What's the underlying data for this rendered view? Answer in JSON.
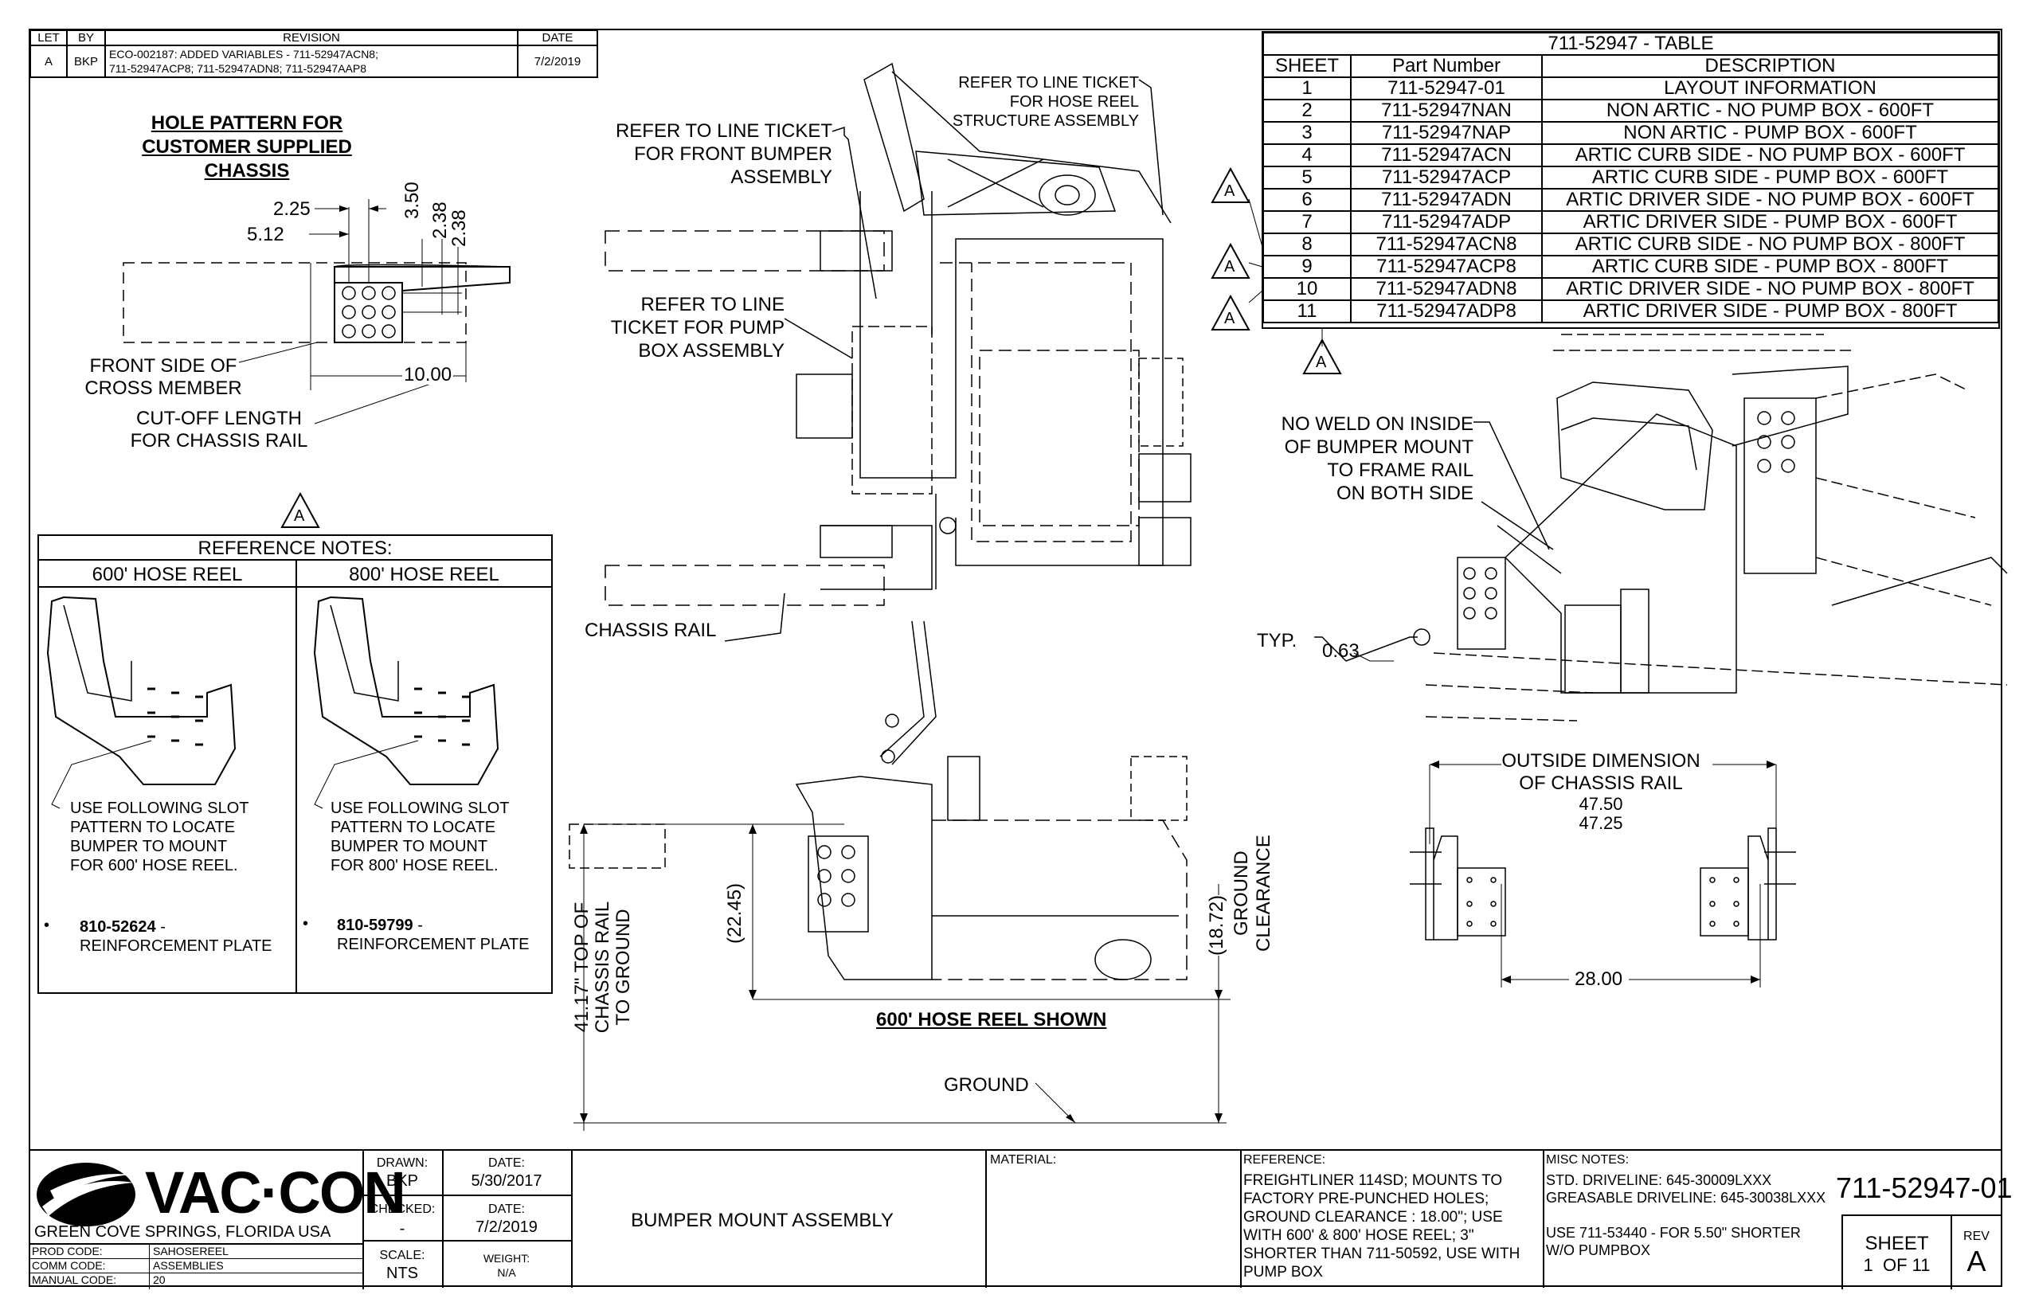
{
  "revision_block": {
    "headers": [
      "LET",
      "BY",
      "REVISION",
      "DATE"
    ],
    "row": {
      "let": "A",
      "by": "BKP",
      "revision_line1": "ECO-002187: ADDED VARIABLES - 711-52947ACN8;",
      "revision_line2": "711-52947ACP8; 711-52947ADN8; 711-52947AAP8",
      "date": "7/2/2019"
    }
  },
  "hole_pattern": {
    "title_lines": [
      "HOLE PATTERN FOR",
      "CUSTOMER SUPPLIED",
      "CHASSIS"
    ],
    "dims": {
      "d225": "2.25",
      "d512": "5.12",
      "d350": "3.50",
      "d238a": "2.38",
      "d238b": "2.38",
      "d1000": "10.00"
    },
    "front_side_lines": [
      "FRONT SIDE OF",
      "CROSS MEMBER"
    ],
    "cutoff_lines": [
      "CUT-OFF LENGTH",
      "FOR CHASSIS RAIL"
    ]
  },
  "reference_notes": {
    "delta": "A",
    "title": "REFERENCE NOTES:",
    "col600": {
      "header": "600' HOSE REEL",
      "note_lines": [
        "USE FOLLOWING SLOT",
        "PATTERN TO LOCATE",
        "BUMPER TO MOUNT",
        "FOR 600' HOSE REEL."
      ],
      "part_number": "810-52624",
      "part_suffix": " -",
      "part_desc": "REINFORCEMENT PLATE"
    },
    "col800": {
      "header": "800' HOSE REEL",
      "note_lines": [
        "USE FOLLOWING SLOT",
        "PATTERN TO LOCATE",
        "BUMPER TO MOUNT",
        "FOR 800' HOSE REEL."
      ],
      "part_number": "810-59799",
      "part_suffix": " -",
      "part_desc": "REINFORCEMENT PLATE"
    }
  },
  "center_view": {
    "callout_front_bumper": [
      "REFER TO LINE TICKET",
      "FOR FRONT BUMPER",
      "ASSEMBLY"
    ],
    "callout_hose_reel": [
      "REFER TO LINE TICKET",
      "FOR HOSE REEL",
      "STRUCTURE ASSEMBLY"
    ],
    "callout_pump_box": [
      "REFER TO LINE",
      "TICKET FOR PUMP",
      "BOX ASSEMBLY"
    ],
    "callout_chassis_rail": "CHASSIS RAIL",
    "dim_2245": "(22.45)",
    "dim_1872": "(18.72)",
    "ground_clearance_lines": [
      "GROUND",
      "CLEARANCE"
    ],
    "top_of_rail_lines": [
      "41.17\" TOP OF",
      "CHASSIS RAIL",
      "TO GROUND"
    ],
    "shown_label": "600' HOSE REEL SHOWN",
    "ground_label": "GROUND"
  },
  "part_table": {
    "title": "711-52947 - TABLE",
    "headers": [
      "SHEET",
      "Part Number",
      "DESCRIPTION"
    ],
    "rows": [
      [
        "1",
        "711-52947-01",
        "LAYOUT INFORMATION"
      ],
      [
        "2",
        "711-52947NAN",
        "NON ARTIC - NO PUMP BOX - 600FT"
      ],
      [
        "3",
        "711-52947NAP",
        "NON ARTIC - PUMP BOX - 600FT"
      ],
      [
        "4",
        "711-52947ACN",
        "ARTIC CURB SIDE - NO PUMP BOX - 600FT"
      ],
      [
        "5",
        "711-52947ACP",
        "ARTIC CURB SIDE - PUMP BOX - 600FT"
      ],
      [
        "6",
        "711-52947ADN",
        "ARTIC DRIVER SIDE - NO PUMP BOX - 600FT"
      ],
      [
        "7",
        "711-52947ADP",
        "ARTIC DRIVER SIDE - PUMP BOX - 600FT"
      ],
      [
        "8",
        "711-52947ACN8",
        "ARTIC CURB SIDE - NO PUMP BOX - 800FT"
      ],
      [
        "9",
        "711-52947ACP8",
        "ARTIC CURB SIDE - PUMP BOX - 800FT"
      ],
      [
        "10",
        "711-52947ADN8",
        "ARTIC DRIVER SIDE - NO PUMP BOX - 800FT"
      ],
      [
        "11",
        "711-52947ADP8",
        "ARTIC DRIVER SIDE - PUMP BOX - 800FT"
      ]
    ],
    "deltas": [
      "A",
      "A",
      "A",
      "A"
    ]
  },
  "right_view": {
    "no_weld_lines": [
      "NO WELD ON INSIDE",
      "OF  BUMPER MOUNT",
      "TO FRAME RAIL",
      "ON BOTH SIDE"
    ],
    "typ": "TYP.",
    "weld_size": "0.63",
    "outside_dim_lines": [
      "OUTSIDE DIMENSION",
      "OF CHASSIS RAIL"
    ],
    "dim_4750": "47.50",
    "dim_4725": "47.25",
    "dim_2800": "28.00"
  },
  "title_block": {
    "logo_text": "VAC·CON",
    "location": "GREEN COVE SPRINGS, FLORIDA USA",
    "prod_code_label": "PROD CODE:",
    "prod_code": "SAHOSEREEL",
    "comm_code_label": "COMM CODE:",
    "comm_code": "ASSEMBLIES",
    "manual_code_label": "MANUAL CODE:",
    "manual_code": "20",
    "drawn_label": "DRAWN:",
    "drawn": "BKP",
    "date1_label": "DATE:",
    "date1": "5/30/2017",
    "checked_label": "CHECKED:",
    "checked": "-",
    "date2_label": "DATE:",
    "date2": "7/2/2019",
    "scale_label": "SCALE:",
    "scale": "NTS",
    "weight_label": "WEIGHT:",
    "weight": "N/A",
    "title": "BUMPER MOUNT ASSEMBLY",
    "material_label": "MATERIAL:",
    "reference_label": "REFERENCE:",
    "reference_lines": [
      "FREIGHTLINER 114SD; MOUNTS TO",
      "FACTORY PRE-PUNCHED HOLES;",
      "GROUND CLEARANCE : 18.00\"; USE",
      "WITH 600' & 800' HOSE REEL; 3\"",
      "SHORTER THAN 711-50592, USE WITH",
      "PUMP BOX"
    ],
    "misc_label": "MISC NOTES:",
    "misc_lines": [
      "STD. DRIVELINE: 645-30009LXXX",
      "GREASABLE DRIVELINE: 645-30038LXXX",
      "",
      "USE 711-53440 - FOR 5.50\" SHORTER",
      "W/O PUMPBOX"
    ],
    "drawing_number": "711-52947-01",
    "sheet_label": "SHEET",
    "sheet_value": "1  OF 11",
    "rev_label": "REV",
    "rev_value": "A"
  }
}
